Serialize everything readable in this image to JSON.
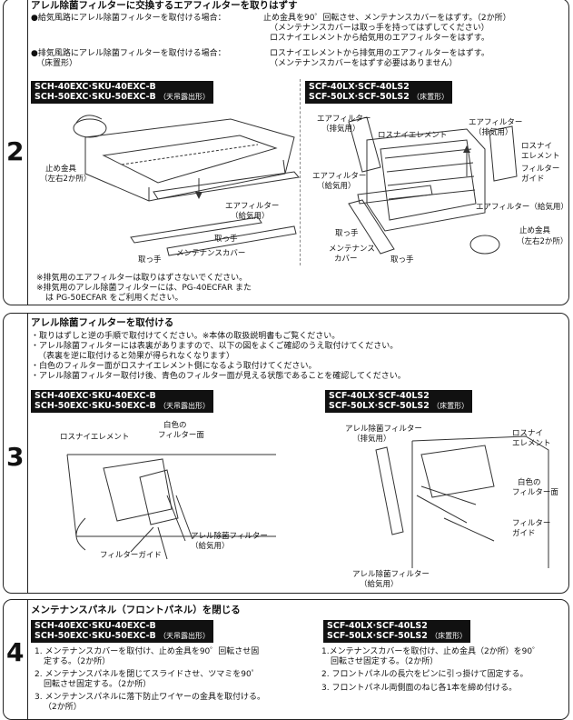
{
  "s2": {
    "number": "2",
    "title": "アレル除菌フィルターに交換するエアフィルターを取りはずす",
    "intro": [
      "●給気風路にアレル除菌フィルターを取付ける場合：",
      "止め金具を90゜回転させ、メンテナンスカバーをはずす。（2か所）",
      "（メンテナンスカバーは取っ手を持ってはずしてください）",
      "ロスナイエレメントから給気用のエアフィルターをはずす。",
      "●排気風路にアレル除菌フィルターを取付ける場合：",
      "ロスナイエレメントから排気用のエアフィルターをはずす。",
      "（床置形）",
      "（メンテナンスカバーをはずす必要はありません）"
    ],
    "left_model": [
      "SCH-40EXC·SKU-40EXC-B",
      "SCH-50EXC·SKU-50EXC-B",
      "（天吊露出形）"
    ],
    "right_model": [
      "SCF-40LX·SCF-40LS2",
      "SCF-50LX·SCF-50LS2",
      "（床置形）"
    ],
    "left_labels": [
      "止め金具",
      "（左右2か所）",
      "エアフィルター",
      "（給気用）",
      "取っ手",
      "メンテナンスカバー",
      "取っ手"
    ],
    "right_labels": [
      "エアフィルター",
      "（排気用）",
      "ロスナイエレメント",
      "エアフィルター",
      "（排気用）",
      "ロスナイ",
      "エレメント",
      "フィルター",
      "ガイド",
      "エアフィルター",
      "（給気用）",
      "エアフィルター（給気用）",
      "止め金具",
      "（左右2か所）",
      "取っ手",
      "メンテナンス",
      "カバー",
      "取っ手"
    ],
    "notes": [
      "※排気用のエアフィルターは取りはずさないでください。",
      "※排気用のアレル除菌フィルターには、PG-40ECFAR また",
      "は PG-50ECFAR をご利用ください。"
    ]
  },
  "s3": {
    "number": "3",
    "title": "アレル除菌フィルターを取付ける",
    "bullets": [
      "・取りはずしと逆の手順で取付けてください。※本体の取扱説明書もご覧ください。",
      "・アレル除菌フィルターには表裏がありますので、以下の図をよくご確認のうえ取付けてください。",
      "（表裏を逆に取付けると効果が得られなくなります）",
      "・白色のフィルター面がロスナイエレメント側になるよう取付けてください。",
      "・アレル除菌フィルター取付け後、青色のフィルター面が見える状態であることを確認してください。"
    ],
    "left_model": [
      "SCH-40EXC·SKU-40EXC-B",
      "SCH-50EXC·SKU-50EXC-B",
      "（天吊露出形）"
    ],
    "right_model": [
      "SCF-40LX·SCF-40LS2",
      "SCF-50LX·SCF-50LS2",
      "（床置形）"
    ],
    "left_labels": [
      "ロスナイエレメント",
      "白色の",
      "フィルター面",
      "アレル除菌フィルター",
      "（給気用）",
      "フィルターガイド"
    ],
    "right_labels": [
      "アレル除菌フィルター",
      "（排気用）",
      "ロスナイ",
      "エレメント",
      "白色の",
      "フィルター面",
      "フィルター",
      "ガイド",
      "アレル除菌フィルター",
      "（給気用）"
    ]
  },
  "s4": {
    "number": "4",
    "title": "メンテナンスパネル（フロントパネル）を閉じる",
    "left_model": [
      "SCH-40EXC·SKU-40EXC-B",
      "SCH-50EXC·SKU-50EXC-B",
      "（天吊露出形）"
    ],
    "right_model": [
      "SCF-40LX·SCF-40LS2",
      "SCF-50LX·SCF-50LS2",
      "（床置形）"
    ],
    "left_steps": [
      "1. メンテナンスカバーを取付け、止め金具を90゜回転させ固",
      "定する。（2か所）",
      "2. メンテナンスパネルを閉じてスライドさせ、ツマミを90゜",
      "回転させ固定する。（2か所）",
      "3. メンテナンスパネルに落下防止ワイヤーの金具を取付ける。",
      "（2か所）"
    ],
    "right_steps": [
      "1.メンテナンスカバーを取付け、止め金具（2か所）を90゜",
      "回転させ固定する。（2か所）",
      "2. フロントパネルの長穴をピンに引っ掛けて固定する。",
      "3. フロントパネル両側面のねじ各1本を締め付ける。"
    ]
  }
}
